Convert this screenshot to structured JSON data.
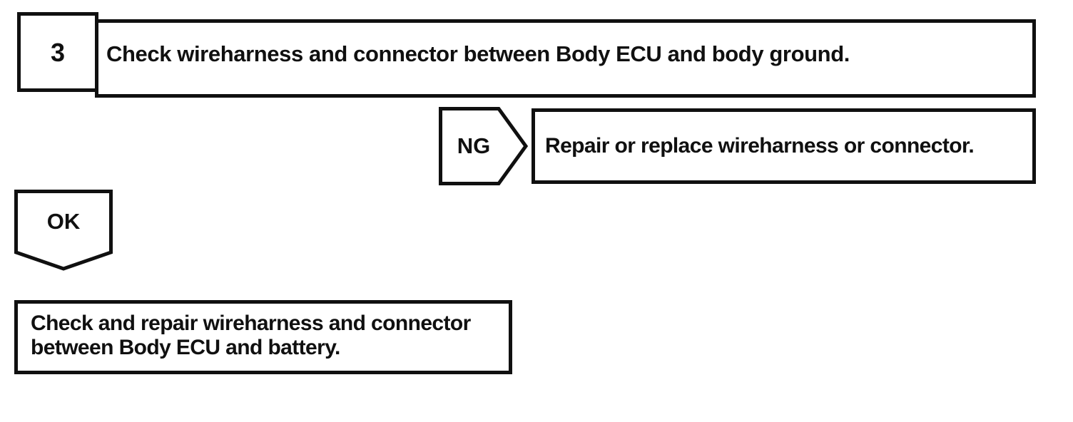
{
  "page": {
    "background_color": "#ffffff",
    "ink_color": "#101010"
  },
  "flowchart": {
    "step": {
      "number": "3",
      "instruction": "Check wireharness and connector between Body ECU and body ground."
    },
    "ng_branch": {
      "label": "NG",
      "action": "Repair or replace wireharness or connector."
    },
    "ok_branch": {
      "label": "OK"
    },
    "next_step": {
      "lines": [
        "Check and repair wireharness and connector",
        "between Body ECU and battery."
      ]
    }
  }
}
